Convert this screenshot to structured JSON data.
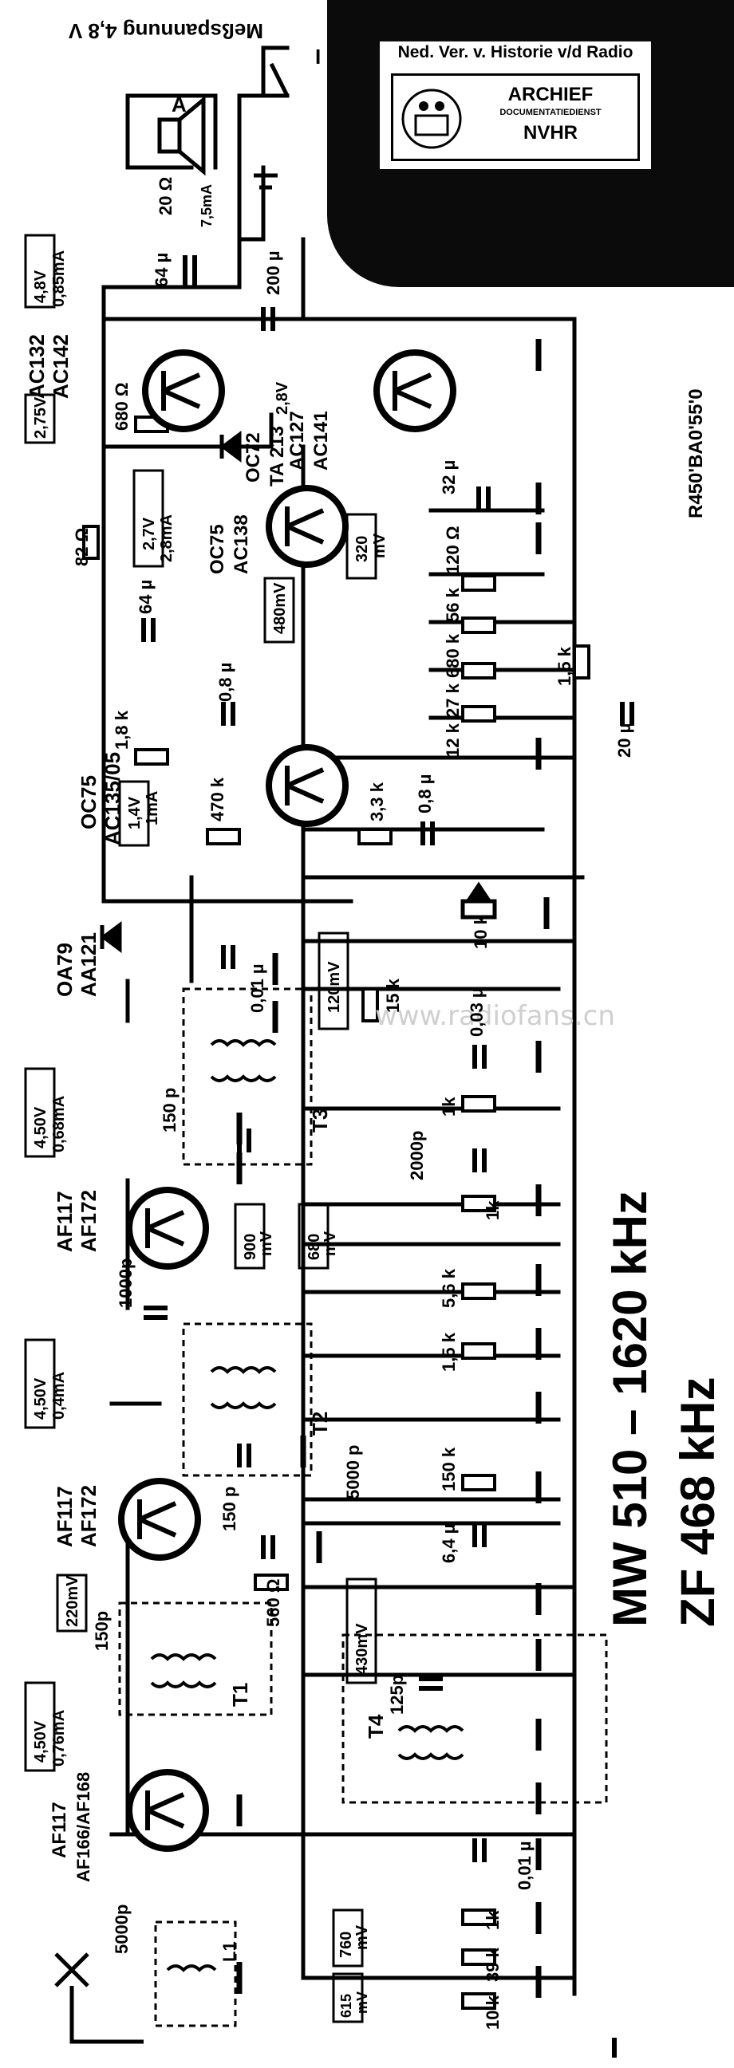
{
  "archive_stamp": {
    "heading": "Ned. Ver. v. Historie v/d Radio",
    "line1": "ARCHIEF",
    "line2": "DOCUMENTATIEDIENST",
    "line3": "NVHR"
  },
  "captions": {
    "band_mw": "MW 510 – 1620 kHz",
    "band_zf": "ZF 468 kHz",
    "supply_label": "Meßspannung 4,8 V",
    "code": "R450'BA0'55'0",
    "watermark": "www.radiofans.cn"
  },
  "switch_label": "I",
  "speaker_label": "A",
  "transistors": [
    {
      "id": "output-left",
      "type": "AC132",
      "equiv": "AC142"
    },
    {
      "id": "output-right",
      "type": "AC127",
      "equiv": "AC141"
    },
    {
      "id": "driver",
      "type": "OC75",
      "equiv": "AC138"
    },
    {
      "id": "af-preamp",
      "type": "OC75",
      "equiv": "AC135/05"
    },
    {
      "id": "if2",
      "type": "AF117",
      "equiv": "AF172"
    },
    {
      "id": "if1",
      "type": "AF117",
      "equiv": "AF172"
    },
    {
      "id": "mixer",
      "type": "AF117",
      "equiv": "AF166/AF168"
    }
  ],
  "diodes": [
    {
      "id": "bias-diode",
      "type": "OC72",
      "equiv": "TA 213"
    },
    {
      "id": "detector",
      "type": "OA79",
      "equiv": "AA121"
    }
  ],
  "transformers": [
    "T1",
    "T2",
    "T3",
    "T4",
    "L1"
  ],
  "measurements": {
    "output_bias": [
      "4,8V",
      "0,85mA"
    ],
    "feed": "2,75V",
    "diode_v": "2,8V",
    "driver_bias": [
      "2,7V",
      "2,8mA"
    ],
    "driver_ac": [
      "320",
      "mV"
    ],
    "driver_ac2": [
      "480mV"
    ],
    "af_bias": [
      "1,4V",
      "1mA"
    ],
    "af_ac": "120mV",
    "if2_bias": [
      "4,50V",
      "0,68mA"
    ],
    "if2_ac": [
      "900",
      "mV"
    ],
    "if2_ac2": [
      "680",
      "mV"
    ],
    "if1_bias": [
      "4,50V",
      "0,4mA"
    ],
    "if1_ac": "430mV",
    "mixer_bias": [
      "4,50V",
      "0,76mA"
    ],
    "mixer_ac": "220mV",
    "osc_ac": [
      "760",
      "mV"
    ],
    "ant_ac": [
      "615",
      "mV"
    ],
    "speaker_current": "7,5mA"
  },
  "components": {
    "r_20": "20 Ω",
    "c_64_top": "64 µ",
    "c_200": "200 µ",
    "r_680": "680 Ω",
    "r_82": "82 Ω",
    "c_64_mid": "64 µ",
    "c_32": "32 µ",
    "r_120": "120 Ω",
    "r_56": "56 k",
    "r_680k": "680 k",
    "r_27k": "27 k",
    "r_1k5": "1,5 k",
    "c_0_8a": "0,8 µ",
    "r_1k8": "1,8 k",
    "r_12k": "12 k",
    "c_20": "20 µ",
    "r_470": "470 k",
    "r_3k3": "3,3 k",
    "c_0_8b": "0,8 µ",
    "pot_10k": "10 k",
    "c_0_01_det": "0,01 µ",
    "r_15k": "15 k",
    "c_0_03": "0,03 µ",
    "r_1k_a": "1k",
    "c_2000p": "2000p",
    "r_1k_b": "1k",
    "c_150p_t3": "150 p",
    "c_1000p": "1000p",
    "r_5k6": "5,6 k",
    "r_1k5_b": "1,5 k",
    "r_150k": "150 k",
    "c_6_4": "6,4 µ",
    "c_5000p": "5000 p",
    "c_150p_t2": "150 p",
    "r_560": "560 Ω",
    "c_150p_t1": "150p",
    "c_125p": "125p",
    "c_0_01_b": "0,01 µ",
    "r_1k_c": "1k",
    "r_39k": "39 k",
    "r_10k": "10 k",
    "c_5000p_ant": "5000p"
  }
}
